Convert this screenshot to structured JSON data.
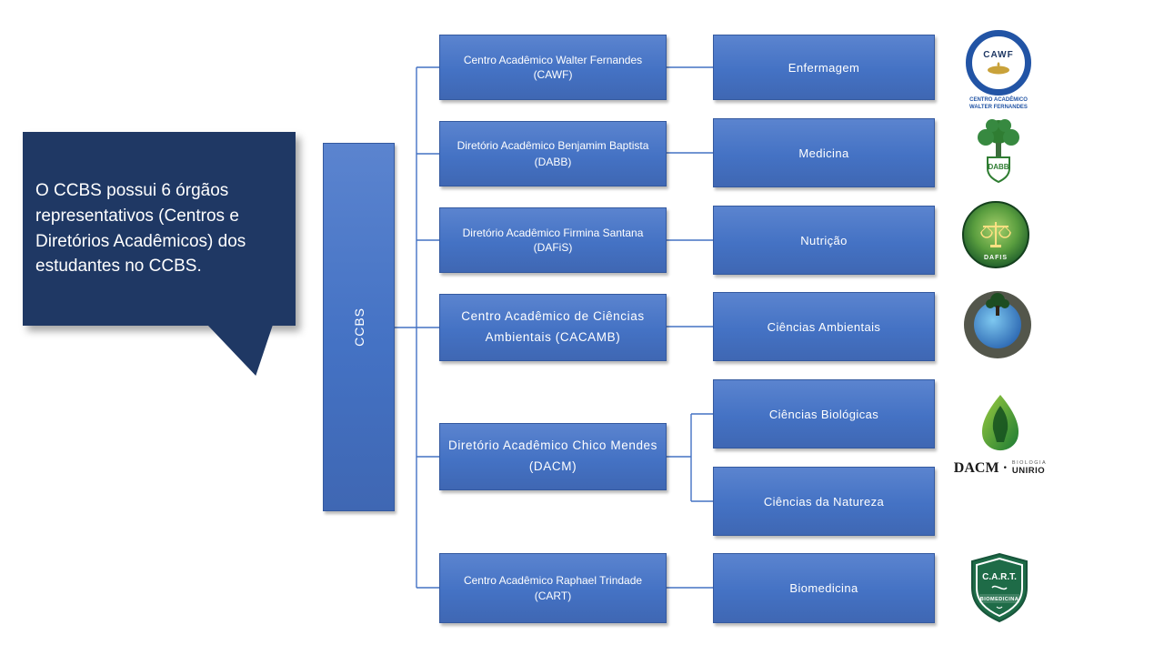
{
  "callout": {
    "text": "O CCBS possui 6 órgãos representativos (Centros e Diretórios Acadêmicos) dos estudantes no CCBS."
  },
  "root": {
    "label": "CCBS"
  },
  "organs": [
    {
      "label": "Centro Acadêmico Walter Fernandes (CAWF)"
    },
    {
      "label": "Diretório Acadêmico Benjamim Baptista (DABB)"
    },
    {
      "label": "Diretório Acadêmico Firmina Santana (DAFiS)"
    },
    {
      "label": "Centro Acadêmico de Ciências Ambientais (CACAMB)"
    },
    {
      "label": "Diretório Acadêmico Chico Mendes (DACM)"
    },
    {
      "label": "Centro Acadêmico Raphael Trindade (CART)"
    }
  ],
  "courses": [
    {
      "label": "Enfermagem"
    },
    {
      "label": "Medicina"
    },
    {
      "label": "Nutrição"
    },
    {
      "label": "Ciências Ambientais"
    },
    {
      "label": "Ciências Biológicas"
    },
    {
      "label": "Ciências da Natureza"
    },
    {
      "label": "Biomedicina"
    }
  ],
  "logos": {
    "cawf": {
      "abbr": "CAWF",
      "caption": "CENTRO ACADÊMICO WALTER FERNANDES"
    },
    "dabb": {
      "abbr": "DABB"
    },
    "dafis": {
      "abbr": "DAFIS"
    },
    "dacm": {
      "name": "DACM ·",
      "line1": "BIOLOGIA",
      "line2": "UNIRIO"
    },
    "cart": {
      "abbr": "C.A.R.T.",
      "caption": "BIOMEDICINA"
    }
  },
  "colors": {
    "box_blue": "#4472C4",
    "callout_navy": "#1F3864",
    "connector": "#4472C4"
  }
}
